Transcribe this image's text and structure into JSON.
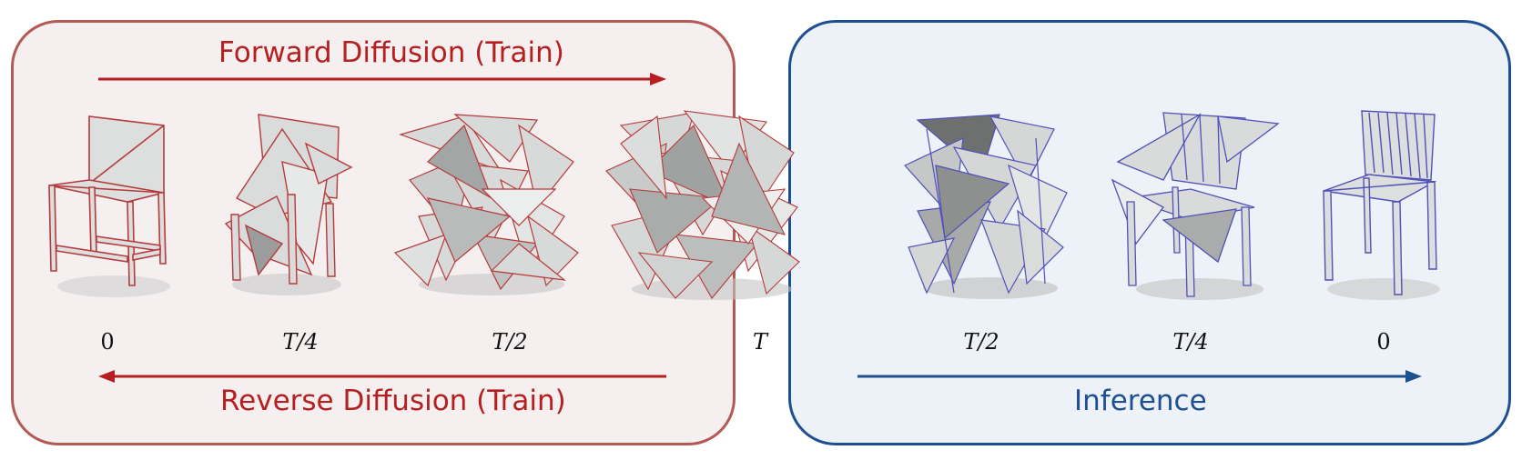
{
  "panels": {
    "train": {
      "forward_title": "Forward Diffusion (Train)",
      "reverse_title": "Reverse Diffusion (Train)",
      "steps": [
        "0",
        "T/4",
        "T/2"
      ],
      "border_color": "#b35a57",
      "text_color": "#b51f1f"
    },
    "center": {
      "step": "T"
    },
    "inference": {
      "title": "Inference",
      "steps": [
        "T/2",
        "T/4",
        "0"
      ],
      "border_color": "#1d4f91",
      "text_color": "#1d4f91"
    }
  },
  "colors": {
    "mesh_fill": "#d9dcdb",
    "train_edge": "#b53a3a",
    "infer_edge": "#4f50b8"
  }
}
